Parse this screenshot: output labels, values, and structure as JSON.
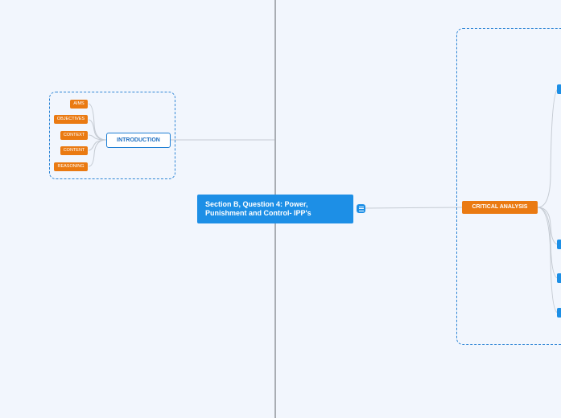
{
  "map": {
    "root": {
      "line1": "Section B, Question 4: Power,",
      "line2": "Punishment and Control- IPP's"
    },
    "introduction": {
      "label": "INTRODUCTION",
      "children": [
        "AIMS",
        "OBJECTIVES",
        "CONTEXT",
        "CONTENT",
        "REASONING"
      ]
    },
    "critical_analysis": {
      "label": "CRITICAL ANALYSIS"
    }
  },
  "colors": {
    "background": "#f2f6fd",
    "root": "#1d8fe6",
    "topic_orange": "#ea7a12",
    "boundary": "#2f86d6",
    "connector": "#c5cbd3"
  }
}
